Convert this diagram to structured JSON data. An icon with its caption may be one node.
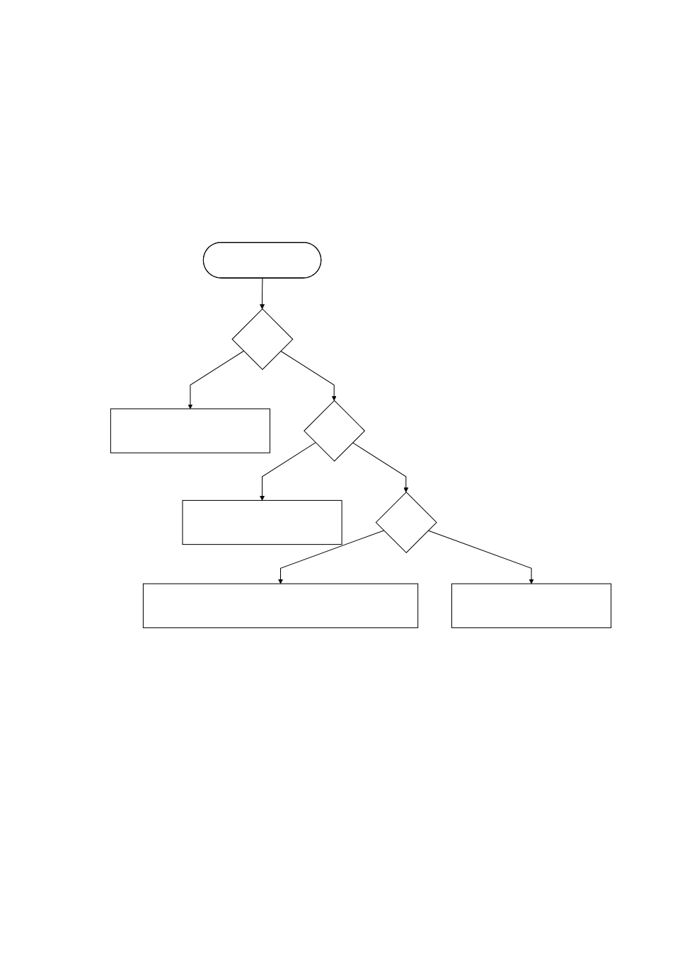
{
  "diagram": {
    "nodes": [
      {
        "text": [],
        "shape": "stadium"
      },
      {
        "text": [],
        "shape": "diamond"
      },
      {
        "text": [],
        "shape": "box"
      },
      {
        "text": [],
        "shape": "diamond"
      },
      {
        "text": [],
        "shape": "box"
      },
      {
        "text": [],
        "shape": "diamond"
      },
      {
        "text": [],
        "shape": "box"
      },
      {
        "text": [],
        "shape": "box"
      }
    ],
    "edges": [
      {
        "from": 0,
        "to": 1,
        "arrow": "to"
      },
      {
        "from": 1,
        "to": 3,
        "arrow": "to"
      },
      {
        "from": 1,
        "to": 2,
        "arrow": "to"
      },
      {
        "from": 3,
        "to": 5,
        "arrow": "to"
      },
      {
        "from": 3,
        "to": 4,
        "arrow": "to"
      },
      {
        "from": 5,
        "to": 7,
        "arrow": "to"
      },
      {
        "from": 5,
        "to": 6,
        "arrow": "to"
      }
    ]
  }
}
